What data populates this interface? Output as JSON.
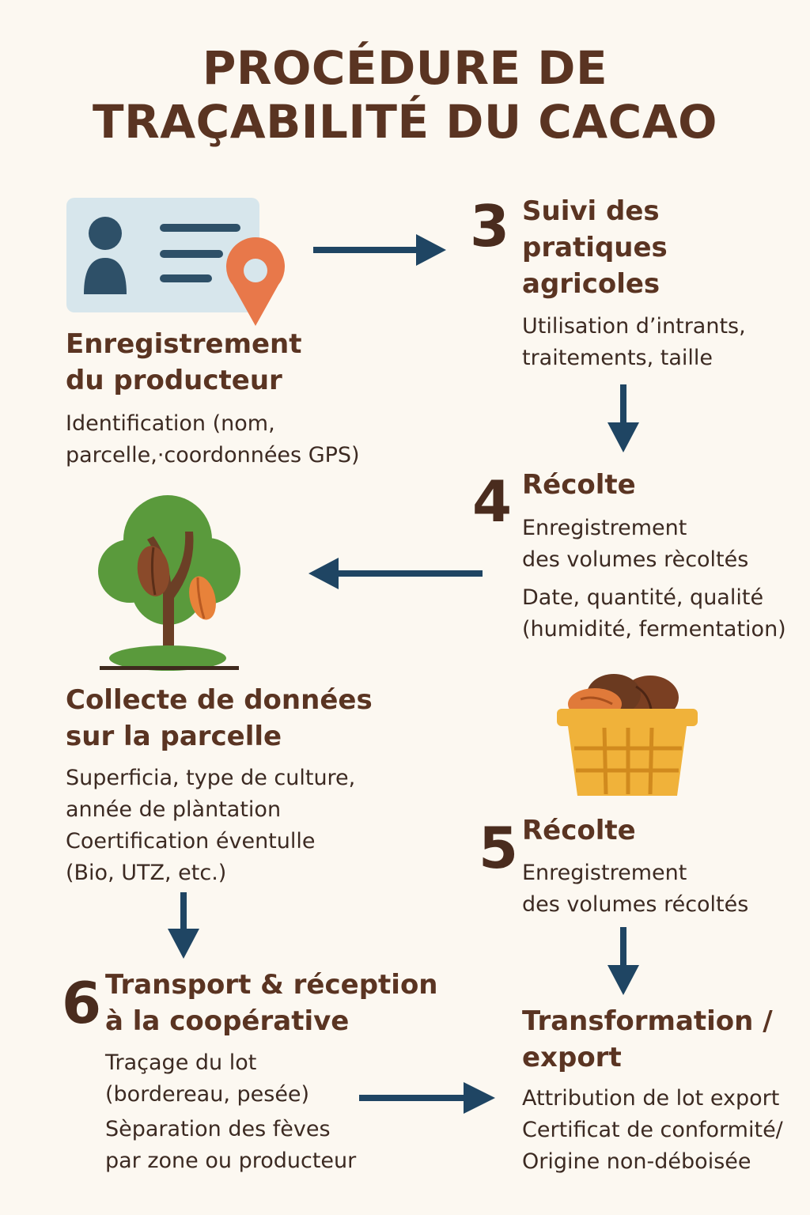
{
  "title": {
    "line1": "PROCÉDURE DE",
    "line2": "TRAÇABILITÉ DU CACAO"
  },
  "steps": {
    "producer": {
      "heading": [
        "Enregistrement",
        "du producteur"
      ],
      "desc": [
        "Identification (nom,",
        "parcelle,·coordonnées GPS)"
      ]
    },
    "practices": {
      "number": "3",
      "heading": [
        "Suivi des",
        "pratiques",
        "agricoles"
      ],
      "desc": [
        "Utilisation d’intrants,",
        "traitements, taille"
      ]
    },
    "harvest4": {
      "number": "4",
      "heading": [
        "Récolte"
      ],
      "desc": [
        "Enregistrement",
        "des volumes rècoltés",
        "Date, quantité, qualité",
        "(humidité, fermentation)"
      ]
    },
    "parcel": {
      "heading": [
        "Collecte de données",
        "sur la parcelle"
      ],
      "desc": [
        "Superficia, type de culture,",
        "année de plàntation",
        "Coertification éventulle",
        "(Bio, UTZ, etc.)"
      ]
    },
    "harvest5": {
      "number": "5",
      "heading": [
        "Récolte"
      ],
      "desc": [
        "Enregistrement",
        "des volumes récoltés"
      ]
    },
    "transport": {
      "number": "6",
      "heading": [
        "Transport & réception",
        "à la coopérative"
      ],
      "desc": [
        "Traçage du lot",
        "(bordereau, pesée)",
        "Sèparation des fèves",
        "par zone ou producteur"
      ]
    },
    "export": {
      "heading": [
        "Transformation /",
        "export"
      ],
      "desc": [
        "Attribution de lot export",
        "Certificat de conformité/",
        "Origine non-déboisée"
      ]
    }
  },
  "icons": {
    "id_card": "id-card-icon",
    "location_pin": "location-pin-icon",
    "cacao_tree": "cacao-tree-icon",
    "cacao_basket": "cacao-basket-icon",
    "arrow": "arrow-icon"
  },
  "colors": {
    "background": "#fcf8f1",
    "title": "#5a3422",
    "arrow": "#1f4563",
    "pin": "#e8784a",
    "tree_green": "#5a9a3c",
    "basket": "#f0b23a"
  }
}
